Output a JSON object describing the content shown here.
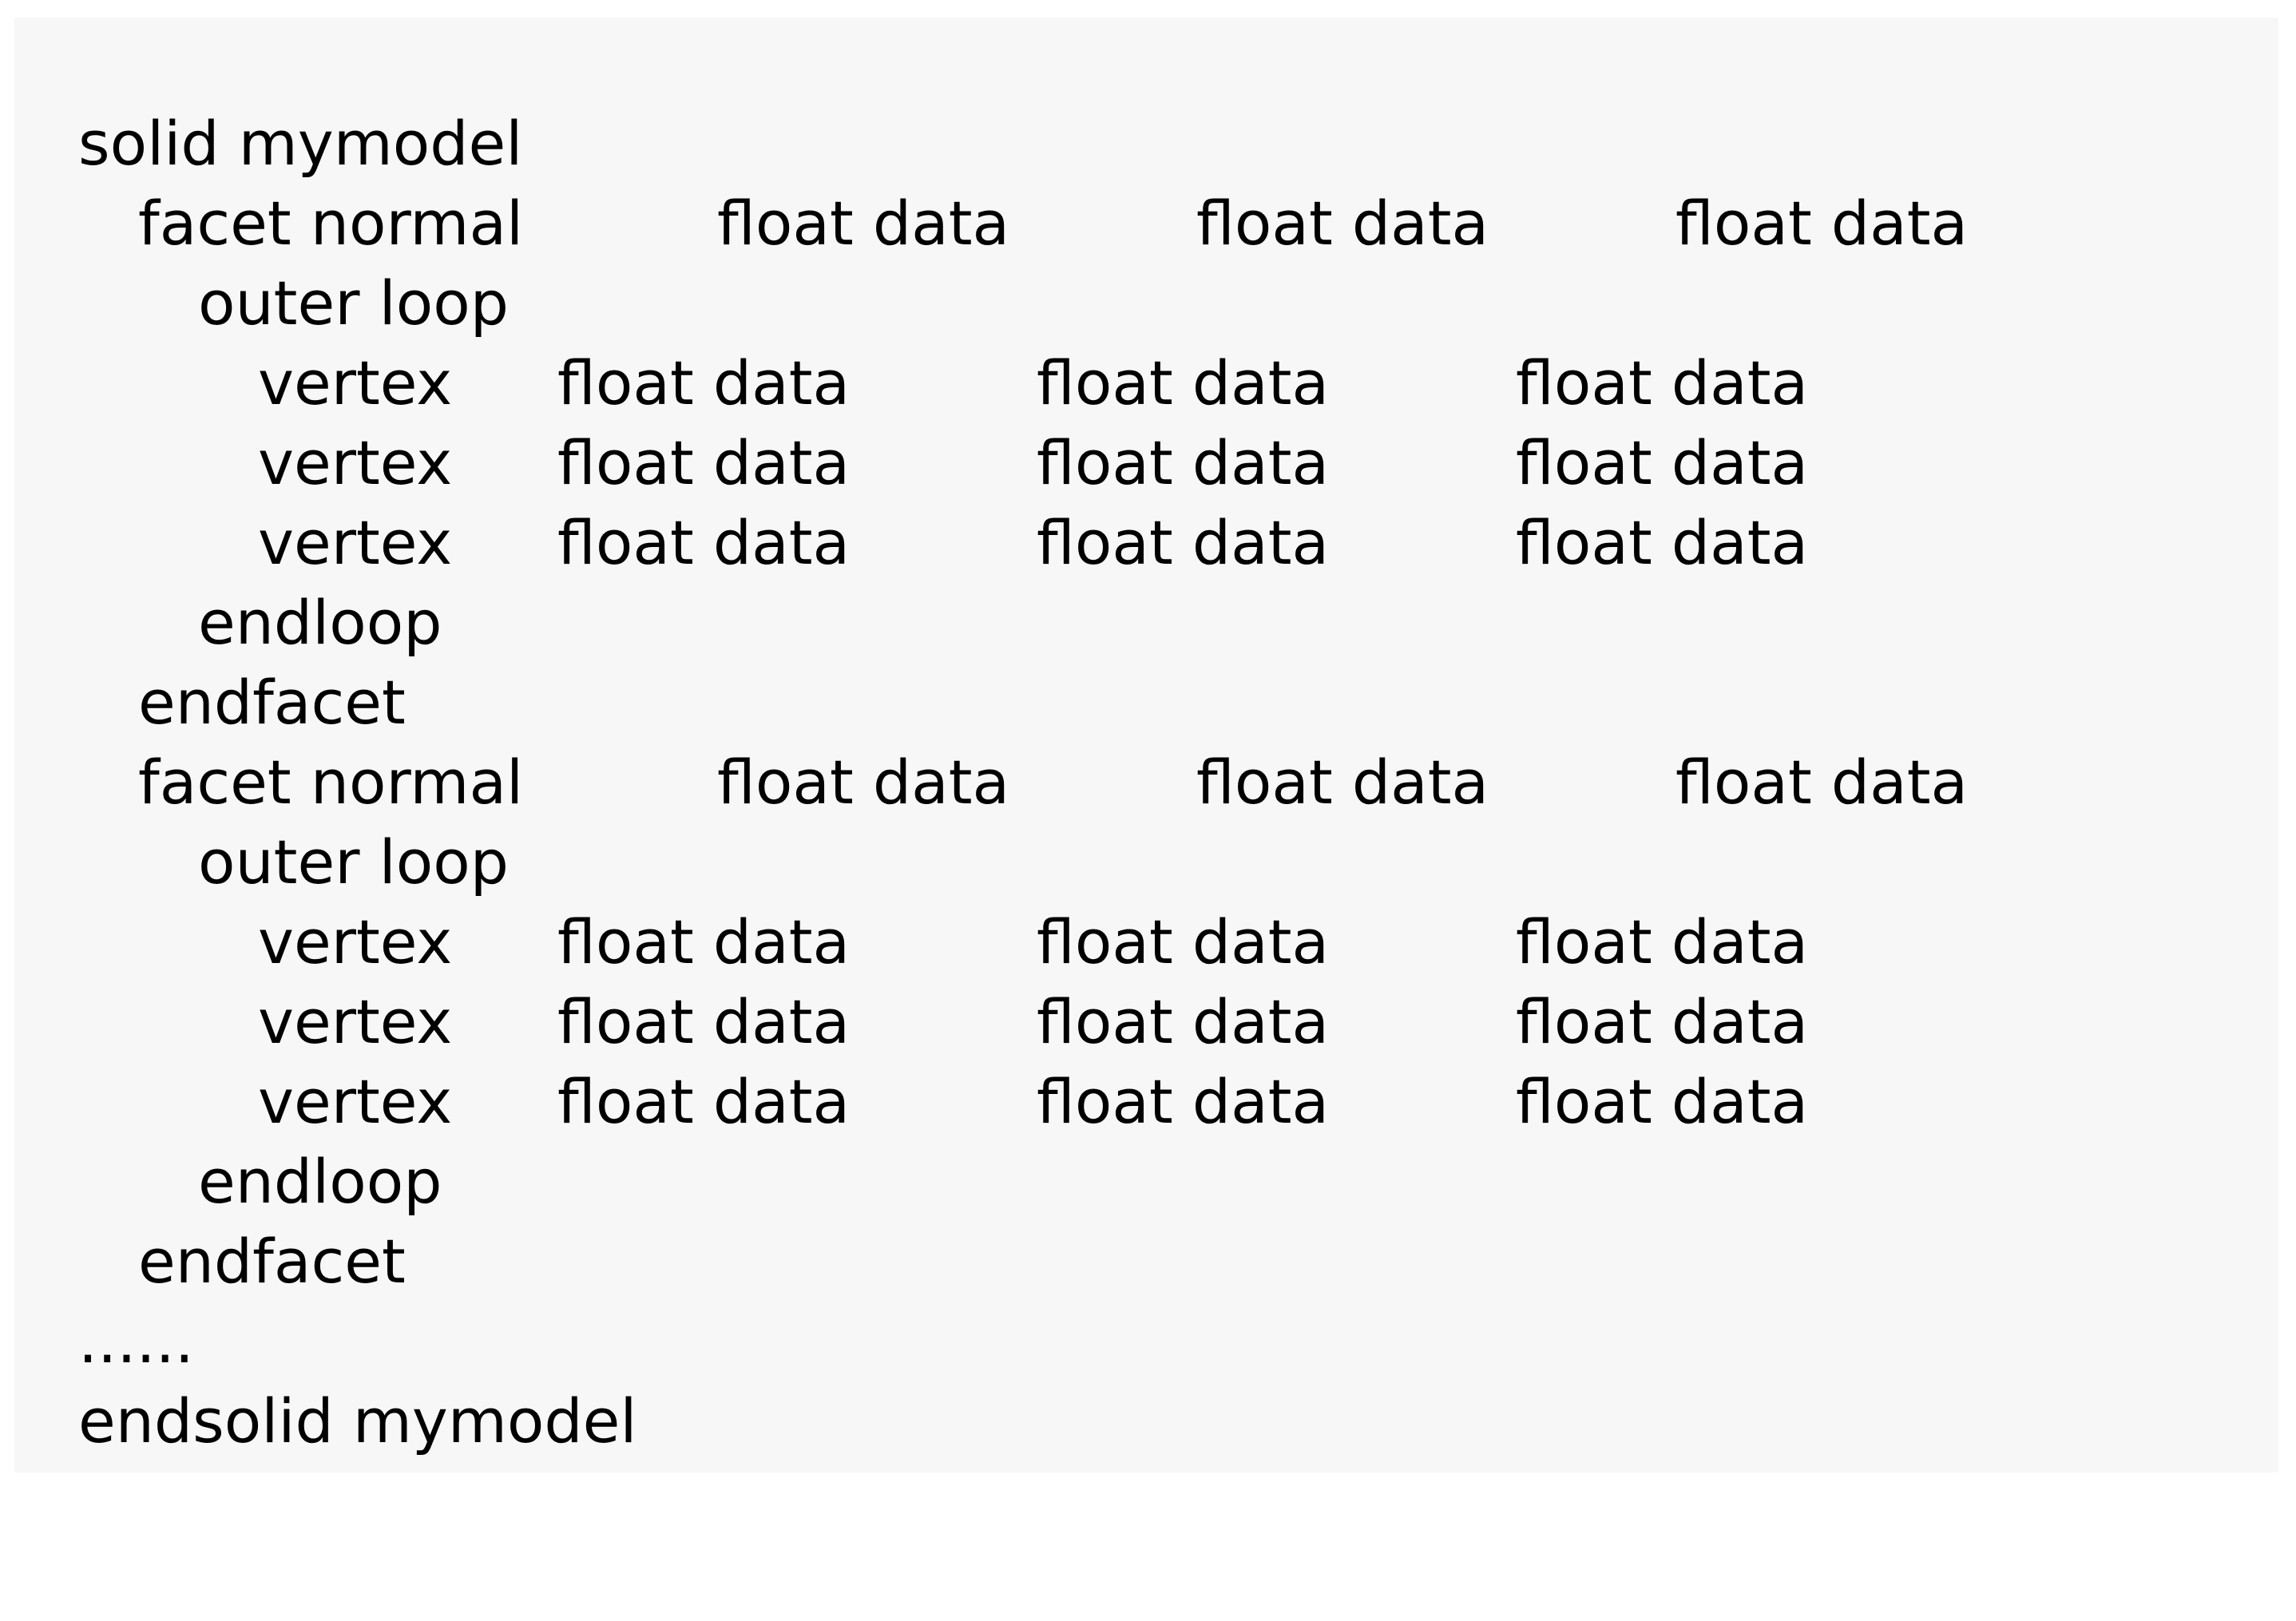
{
  "document": {
    "lines": [
      {
        "kind": "keyword",
        "text": "solid mymodel"
      },
      {
        "kind": "normal",
        "text": "facet normal",
        "values": [
          "float data",
          "float data",
          "float data"
        ]
      },
      {
        "kind": "keyword",
        "text": "outer loop"
      },
      {
        "kind": "vertex",
        "text": "vertex",
        "values": [
          "float data",
          "float data",
          "float data"
        ]
      },
      {
        "kind": "vertex",
        "text": "vertex",
        "values": [
          "float data",
          "float data",
          "float data"
        ]
      },
      {
        "kind": "vertex",
        "text": "vertex",
        "values": [
          "float data",
          "float data",
          "float data"
        ]
      },
      {
        "kind": "keyword",
        "text": "endloop"
      },
      {
        "kind": "keyword",
        "text": "endfacet"
      },
      {
        "kind": "normal",
        "text": "facet normal",
        "values": [
          "float data",
          "float data",
          "float data"
        ]
      },
      {
        "kind": "keyword",
        "text": "outer loop"
      },
      {
        "kind": "vertex",
        "text": "vertex",
        "values": [
          "float data",
          "float data",
          "float data"
        ]
      },
      {
        "kind": "vertex",
        "text": "vertex",
        "values": [
          "float data",
          "float data",
          "float data"
        ]
      },
      {
        "kind": "vertex",
        "text": "vertex",
        "values": [
          "float data",
          "float data",
          "float data"
        ]
      },
      {
        "kind": "keyword",
        "text": "endloop"
      },
      {
        "kind": "keyword",
        "text": "endfacet"
      },
      {
        "kind": "ellipsis",
        "text": "......"
      },
      {
        "kind": "keyword",
        "text": "endsolid mymodel"
      }
    ]
  },
  "colors": {
    "panel_background": "#f7f7f7",
    "text": "#000000"
  }
}
